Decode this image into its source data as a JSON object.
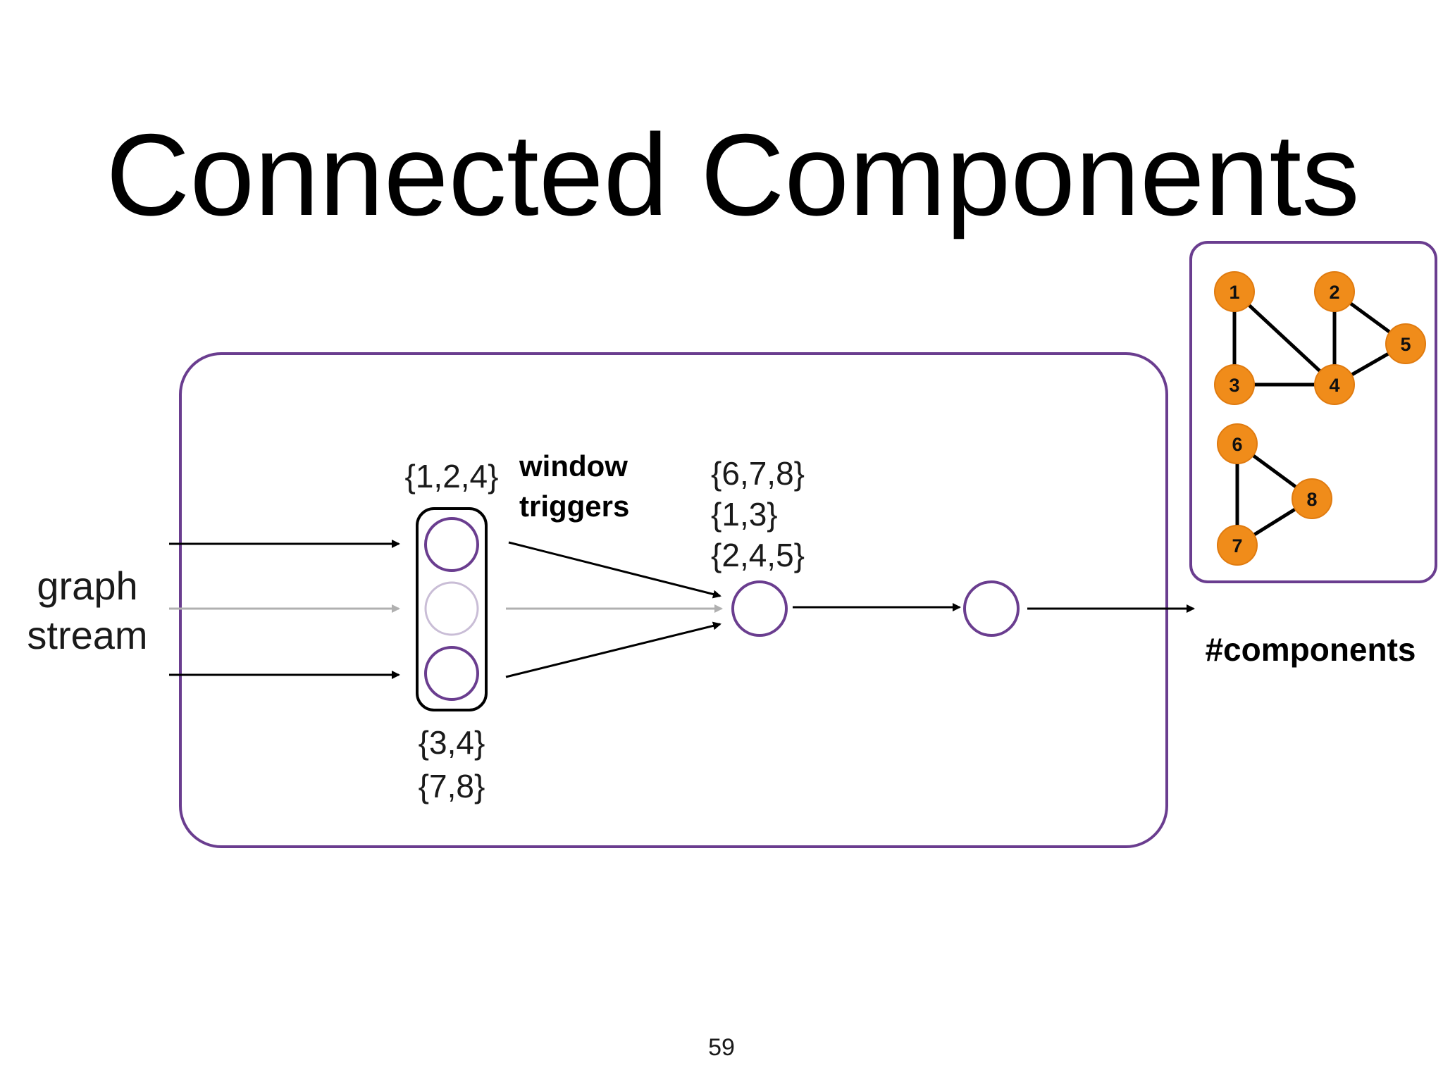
{
  "title": "Connected Components",
  "input_label": [
    "graph",
    "stream"
  ],
  "window_label": [
    "window",
    "triggers"
  ],
  "top_partition_sets": "{1,2,4}",
  "bottom_partition_sets": [
    "{3,4}",
    "{7,8}"
  ],
  "merged_sets": [
    "{6,7,8}",
    "{1,3}",
    "{2,4,5}"
  ],
  "output_label": "#components",
  "page_number": "59",
  "graph": {
    "nodes": [
      "1",
      "2",
      "3",
      "4",
      "5",
      "6",
      "7",
      "8"
    ],
    "edges": [
      [
        "1",
        "3"
      ],
      [
        "1",
        "4"
      ],
      [
        "3",
        "4"
      ],
      [
        "2",
        "4"
      ],
      [
        "2",
        "5"
      ],
      [
        "4",
        "5"
      ],
      [
        "6",
        "7"
      ],
      [
        "6",
        "8"
      ],
      [
        "7",
        "8"
      ]
    ]
  },
  "colors": {
    "accent_purple": "#6a3d8f",
    "node_orange": "#f08c1a",
    "faded_gray": "#b0b0b0"
  }
}
